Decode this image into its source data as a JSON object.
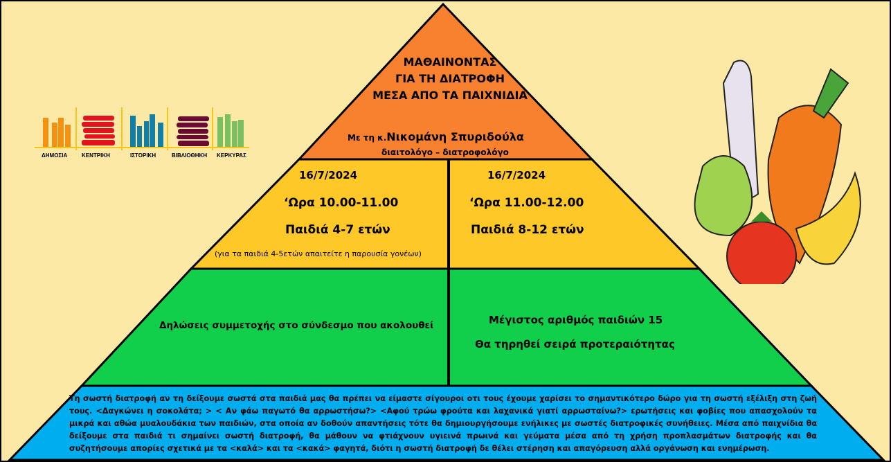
{
  "logo": {
    "words": [
      "ΔΗΜΟΣΙΑ",
      "ΚΕΝΤΡΙΚΗ",
      "ΙΣΤΟΡΙΚΗ",
      "ΒΙΒΛΙΟΘΗΚΗ",
      "ΚΕΡΚΥΡΑΣ"
    ]
  },
  "top": {
    "title_lines": [
      "ΜΑΘΑΙΝΟΝΤΑΣ",
      "ΓΙΑ ΤΗ ΔΙΑΤΡΟΦΗ",
      "ΜΕΣΑ ΑΠΟ ΤΑ ΠΑΙΧΝΙΔΙΑ"
    ],
    "with_prefix": "Με τη κ.",
    "presenter": "Νικομάνη Σπυριδούλα",
    "role": "διαιτολόγο – διατροφολόγο"
  },
  "session_left": {
    "date": "16/7/2024",
    "time": "‘Ωρα 10.00-11.00",
    "ages": "Παιδιά 4-7 ετών",
    "note": "(για τα παιδιά 4-5ετών απαιτείτε η παρουσία γονέων)"
  },
  "session_right": {
    "date": "16/7/2024",
    "time": "‘Ωρα 11.00-12.00",
    "ages": "Παιδιά 8-12 ετών"
  },
  "green": {
    "registration": "Δηλώσεις συμμετοχής στο σύνδεσμο που ακολουθεί",
    "max_children": "Μέγιστος αριθμός παιδιών 15",
    "priority": "Θα τηρηθεί σειρά προτεραιότητας"
  },
  "bottom": {
    "paragraph": "Τη σωστή διατροφή αν τη δείξουμε σωστά στα παιδιά μας θα πρέπει να είμαστε σίγουροι οτι τους έχουμε χαρίσει το σημαντικότερο δώρο για τη σωστή εξέλιξη στη ζωή τους. <Δαγκώνει η σοκολάτα; > < Αν φάω παγωτό θα αρρωστήσω?> <Αφού τρώω φρούτα και λαχανικά γιατί αρρωσταίνω?> ερωτήσεις και φοβίες που απασχολούν τα μικρά και αθώα μυαλουδάκια των παιδιών, στα οποία αν δοθούν απαντήσεις τότε θα δημιουργήσουμε ενήλικες με σωστές διατροφικές συνήθειες. Μέσα από παιχνίδια θα δείξουμε στα παιδιά τι σημαίνει σωστή διατροφή, θα μάθουν να φτιάχνουν υγιεινά πρωινά και γεύματα μέσα από τη χρήση προπλασμάτων διατροφής και θα συζητήσουμε απορίες σχετικά με τα <καλά> και τα <κακά> φαγητά, διότι η σωστή διατροφή δε θέλει στέρηση και απαγόρευση αλλά οργάνωση και ενημέρωση."
  },
  "colors": {
    "background": "#fde9a6",
    "orange": "#f7812f",
    "yellow": "#fec829",
    "green": "#12cf4b",
    "blue": "#00aef0"
  }
}
